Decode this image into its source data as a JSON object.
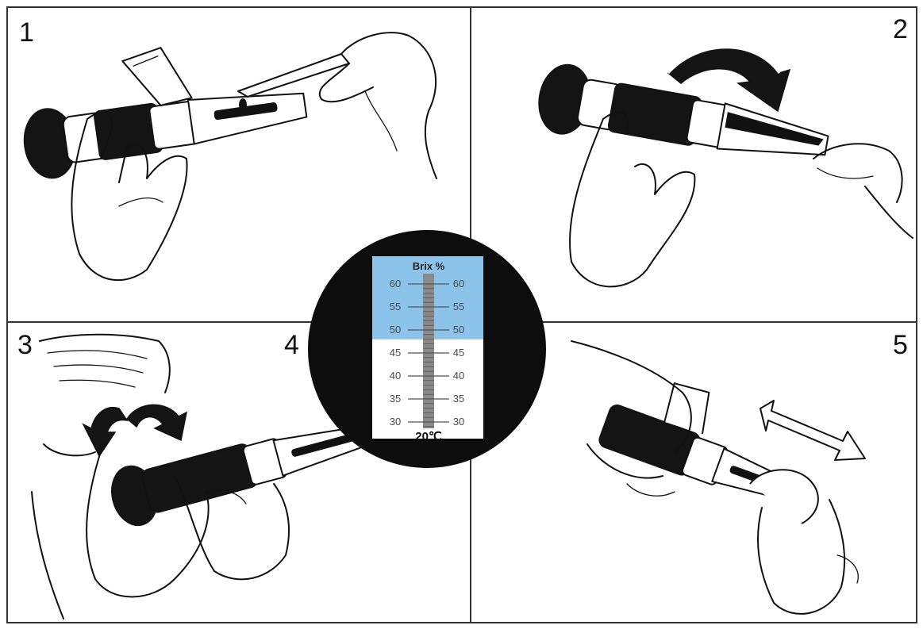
{
  "panels": [
    {
      "step": "1"
    },
    {
      "step": "2"
    },
    {
      "step": "3"
    },
    {
      "step": "4"
    },
    {
      "step": "5"
    }
  ],
  "scale": {
    "title": "Brix %",
    "ticks": [
      "60",
      "55",
      "50",
      "45",
      "40",
      "35",
      "30"
    ],
    "temperature": "20℃",
    "upper_color": "#8cc3ea",
    "lower_color": "#ffffff",
    "bezel_color": "#0d0d0d",
    "boundary_value": 48
  }
}
